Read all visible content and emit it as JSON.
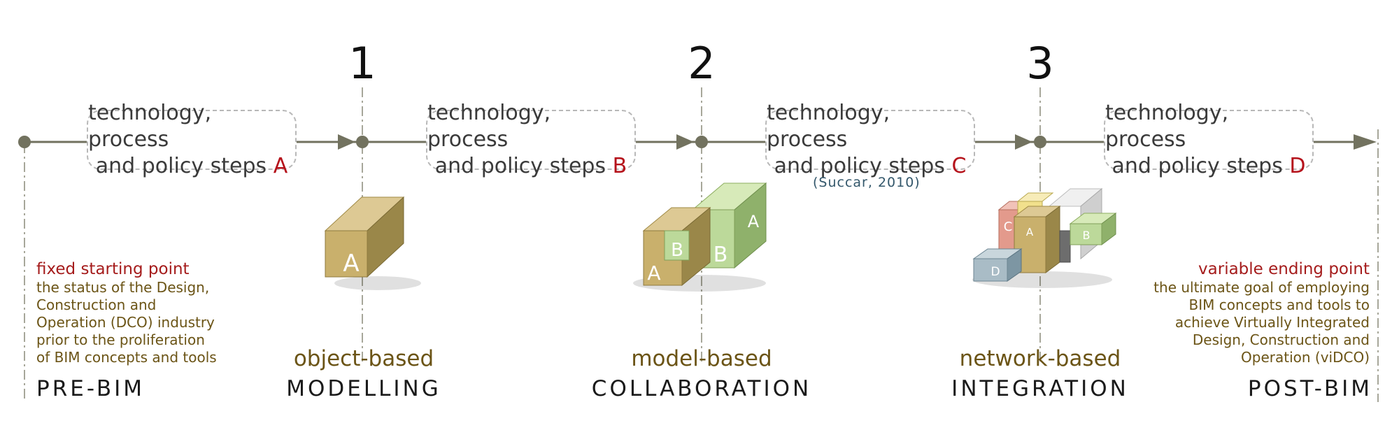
{
  "stages": [
    {
      "number": "1",
      "sub": "object-based",
      "label": "MODELLING"
    },
    {
      "number": "2",
      "sub": "model-based",
      "label": "COLLABORATION"
    },
    {
      "number": "3",
      "sub": "network-based",
      "label": "INTEGRATION"
    }
  ],
  "steps": [
    {
      "line1": "technology, process",
      "line2": "and policy steps",
      "letter": "A"
    },
    {
      "line1": "technology, process",
      "line2": "and policy steps",
      "letter": "B"
    },
    {
      "line1": "technology, process",
      "line2": "and policy steps",
      "letter": "C"
    },
    {
      "line1": "technology, process",
      "line2": "and policy steps",
      "letter": "D"
    }
  ],
  "citation": "(Succar, 2010)",
  "start": {
    "title": "fixed starting point",
    "lines": [
      "the status of the Design,",
      "Construction and",
      "Operation (DCO) industry",
      "prior to the proliferation",
      "of BIM concepts and tools"
    ],
    "label": "PRE-BIM"
  },
  "end": {
    "title": "variable ending point",
    "lines": [
      "the ultimate goal of employing",
      "BIM concepts and tools to",
      "achieve Virtually Integrated",
      "Design, Construction and",
      "Operation (viDCO)"
    ],
    "label": "POST-BIM"
  },
  "cube_letters": {
    "stage1": [
      "A"
    ],
    "stage2": [
      "A",
      "B",
      "B",
      "A"
    ],
    "stage3": [
      "C",
      "A",
      "B",
      "D"
    ]
  },
  "colors": {
    "timeline": "#72725f",
    "step_letter": "#b5121b",
    "sub_label": "#6b5416",
    "note_title": "#a51c1c",
    "citation": "#33576b",
    "cube_tan": "#c9b06c",
    "cube_green": "#bcd99a",
    "cube_gray_blue": "#a9bcc6",
    "cube_red": "#e39a8c",
    "cube_yellow": "#f1e08c"
  }
}
